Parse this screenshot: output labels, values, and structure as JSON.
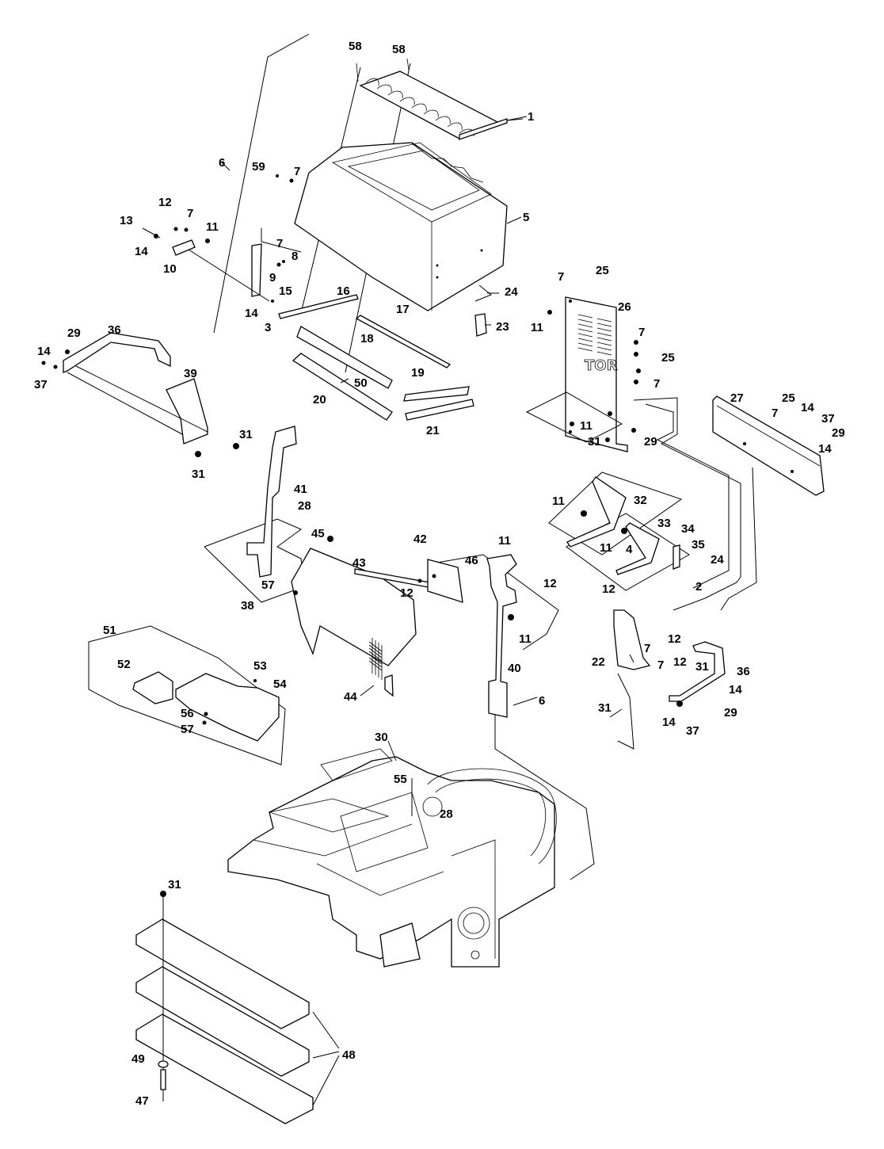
{
  "diagram": {
    "labels": [
      {
        "id": "c58a",
        "text": "58"
      },
      {
        "id": "c58b",
        "text": "58"
      },
      {
        "id": "c1",
        "text": "1"
      },
      {
        "id": "c6a",
        "text": "6"
      },
      {
        "id": "c59",
        "text": "59"
      },
      {
        "id": "c7a",
        "text": "7"
      },
      {
        "id": "c5",
        "text": "5"
      },
      {
        "id": "c12a",
        "text": "12"
      },
      {
        "id": "c7b",
        "text": "7"
      },
      {
        "id": "c13",
        "text": "13"
      },
      {
        "id": "c11a",
        "text": "11"
      },
      {
        "id": "c14a",
        "text": "14"
      },
      {
        "id": "c10",
        "text": "10"
      },
      {
        "id": "c7c",
        "text": "7"
      },
      {
        "id": "c8",
        "text": "8"
      },
      {
        "id": "c9",
        "text": "9"
      },
      {
        "id": "c15",
        "text": "15"
      },
      {
        "id": "c14b",
        "text": "14"
      },
      {
        "id": "c16",
        "text": "16"
      },
      {
        "id": "c3",
        "text": "3"
      },
      {
        "id": "c17",
        "text": "17"
      },
      {
        "id": "c24a",
        "text": "24"
      },
      {
        "id": "c23",
        "text": "23"
      },
      {
        "id": "c18",
        "text": "18"
      },
      {
        "id": "c50",
        "text": "50"
      },
      {
        "id": "c19",
        "text": "19"
      },
      {
        "id": "c20",
        "text": "20"
      },
      {
        "id": "c21",
        "text": "21"
      },
      {
        "id": "c29a",
        "text": "29"
      },
      {
        "id": "c36a",
        "text": "36"
      },
      {
        "id": "c14c",
        "text": "14"
      },
      {
        "id": "c37a",
        "text": "37"
      },
      {
        "id": "c39",
        "text": "39"
      },
      {
        "id": "c31a",
        "text": "31"
      },
      {
        "id": "c31b",
        "text": "31"
      },
      {
        "id": "c7d",
        "text": "7"
      },
      {
        "id": "c25a",
        "text": "25"
      },
      {
        "id": "c11b",
        "text": "11"
      },
      {
        "id": "c26",
        "text": "26"
      },
      {
        "id": "c7e",
        "text": "7"
      },
      {
        "id": "c25b",
        "text": "25"
      },
      {
        "id": "c7f",
        "text": "7"
      },
      {
        "id": "c11c",
        "text": "11"
      },
      {
        "id": "c31c",
        "text": "31"
      },
      {
        "id": "c29b",
        "text": "29"
      },
      {
        "id": "c27",
        "text": "27"
      },
      {
        "id": "c25c",
        "text": "25"
      },
      {
        "id": "c7g",
        "text": "7"
      },
      {
        "id": "c14d",
        "text": "14"
      },
      {
        "id": "c37b",
        "text": "37"
      },
      {
        "id": "c29c",
        "text": "29"
      },
      {
        "id": "c14e",
        "text": "14"
      },
      {
        "id": "c41",
        "text": "41"
      },
      {
        "id": "c28a",
        "text": "28"
      },
      {
        "id": "c11d",
        "text": "11"
      },
      {
        "id": "c32",
        "text": "32"
      },
      {
        "id": "c33",
        "text": "33"
      },
      {
        "id": "c34",
        "text": "34"
      },
      {
        "id": "c35",
        "text": "35"
      },
      {
        "id": "c11e",
        "text": "11"
      },
      {
        "id": "c4",
        "text": "4"
      },
      {
        "id": "c24b",
        "text": "24"
      },
      {
        "id": "c2",
        "text": "2"
      },
      {
        "id": "c45",
        "text": "45"
      },
      {
        "id": "c42",
        "text": "42"
      },
      {
        "id": "c43",
        "text": "43"
      },
      {
        "id": "c11f",
        "text": "11"
      },
      {
        "id": "c12b",
        "text": "12"
      },
      {
        "id": "c12c",
        "text": "12"
      },
      {
        "id": "c57a",
        "text": "57"
      },
      {
        "id": "c38",
        "text": "38"
      },
      {
        "id": "c46",
        "text": "46"
      },
      {
        "id": "c11g",
        "text": "11"
      },
      {
        "id": "c12d",
        "text": "12"
      },
      {
        "id": "c12e",
        "text": "12"
      },
      {
        "id": "c7h",
        "text": "7"
      },
      {
        "id": "c7i",
        "text": "7"
      },
      {
        "id": "c12f",
        "text": "12"
      },
      {
        "id": "c22",
        "text": "22"
      },
      {
        "id": "c31d",
        "text": "31"
      },
      {
        "id": "c36b",
        "text": "36"
      },
      {
        "id": "c40",
        "text": "40"
      },
      {
        "id": "c14f",
        "text": "14"
      },
      {
        "id": "c29d",
        "text": "29"
      },
      {
        "id": "c14g",
        "text": "14"
      },
      {
        "id": "c37c",
        "text": "37"
      },
      {
        "id": "c6b",
        "text": "6"
      },
      {
        "id": "c31e",
        "text": "31"
      },
      {
        "id": "c51",
        "text": "51"
      },
      {
        "id": "c52",
        "text": "52"
      },
      {
        "id": "c53",
        "text": "53"
      },
      {
        "id": "c54",
        "text": "54"
      },
      {
        "id": "c56",
        "text": "56"
      },
      {
        "id": "c57b",
        "text": "57"
      },
      {
        "id": "c44",
        "text": "44"
      },
      {
        "id": "c30",
        "text": "30"
      },
      {
        "id": "c55",
        "text": "55"
      },
      {
        "id": "c28b",
        "text": "28"
      },
      {
        "id": "c31f",
        "text": "31"
      },
      {
        "id": "c48",
        "text": "48"
      },
      {
        "id": "c49",
        "text": "49"
      },
      {
        "id": "c47",
        "text": "47"
      }
    ],
    "panel_text": "TOR"
  }
}
